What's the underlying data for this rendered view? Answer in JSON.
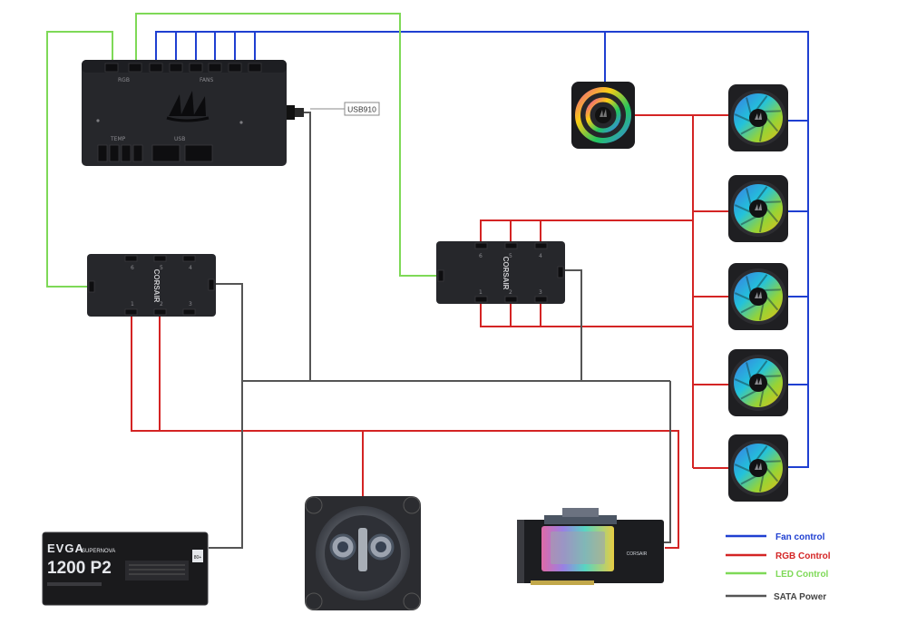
{
  "colors": {
    "fan_control": "#1f3fd1",
    "rgb_control": "#d42424",
    "led_control": "#7ed957",
    "sata_power": "#555555",
    "legend_sata_text": "#444444"
  },
  "commander": {
    "port_label_left": "RGB",
    "port_label_right": "FANS",
    "temp_label": "TEMP",
    "usb_label": "USB",
    "logo_icon": "corsair-sails-icon"
  },
  "usb_tag": "USB910",
  "hub_left": {
    "brand": "CORSAIR",
    "top_ports": [
      "6",
      "5",
      "4"
    ],
    "bottom_ports": [
      "1",
      "2",
      "3"
    ]
  },
  "hub_right": {
    "brand": "CORSAIR",
    "top_ports": [
      "6",
      "5",
      "4"
    ],
    "bottom_ports": [
      "1",
      "2",
      "3"
    ]
  },
  "psu": {
    "brand": "EVGA",
    "series": "SUPERNOVA",
    "model": "1200 P2",
    "badge": "80+"
  },
  "gpu": {
    "brand": "CORSAIR"
  },
  "legend": [
    {
      "label": "Fan control",
      "color_key": "fan_control"
    },
    {
      "label": "RGB Control",
      "color_key": "rgb_control"
    },
    {
      "label": "LED Control",
      "color_key": "led_control"
    },
    {
      "label": "SATA Power",
      "color_key": "sata_power"
    }
  ]
}
